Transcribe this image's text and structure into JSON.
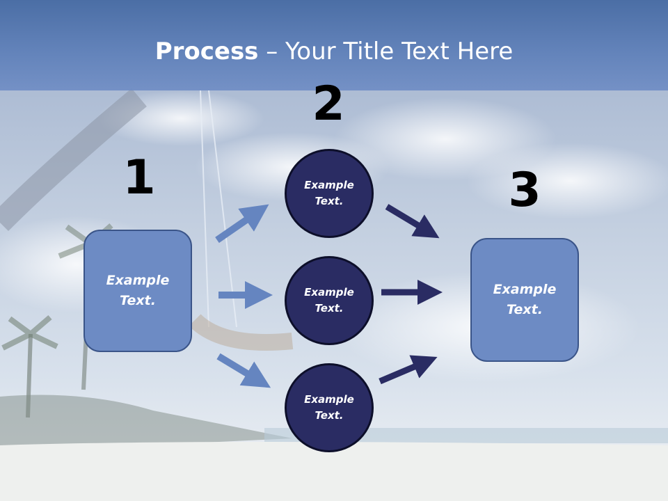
{
  "title": {
    "bold": "Process",
    "rest": " – Your Title Text Here"
  },
  "steps": {
    "one": "1",
    "two": "2",
    "three": "3"
  },
  "left_box": {
    "line1": "Example",
    "line2": "Text."
  },
  "right_box": {
    "line1": "Example",
    "line2": "Text."
  },
  "circles": [
    {
      "line1": "Example",
      "line2": "Text."
    },
    {
      "line1": "Example",
      "line2": "Text."
    },
    {
      "line1": "Example",
      "line2": "Text."
    }
  ],
  "colors": {
    "box": "#6d8bc4",
    "circle": "#2a2c63",
    "light_arrow": "#6585c0",
    "dark_arrow": "#2a2c63"
  }
}
